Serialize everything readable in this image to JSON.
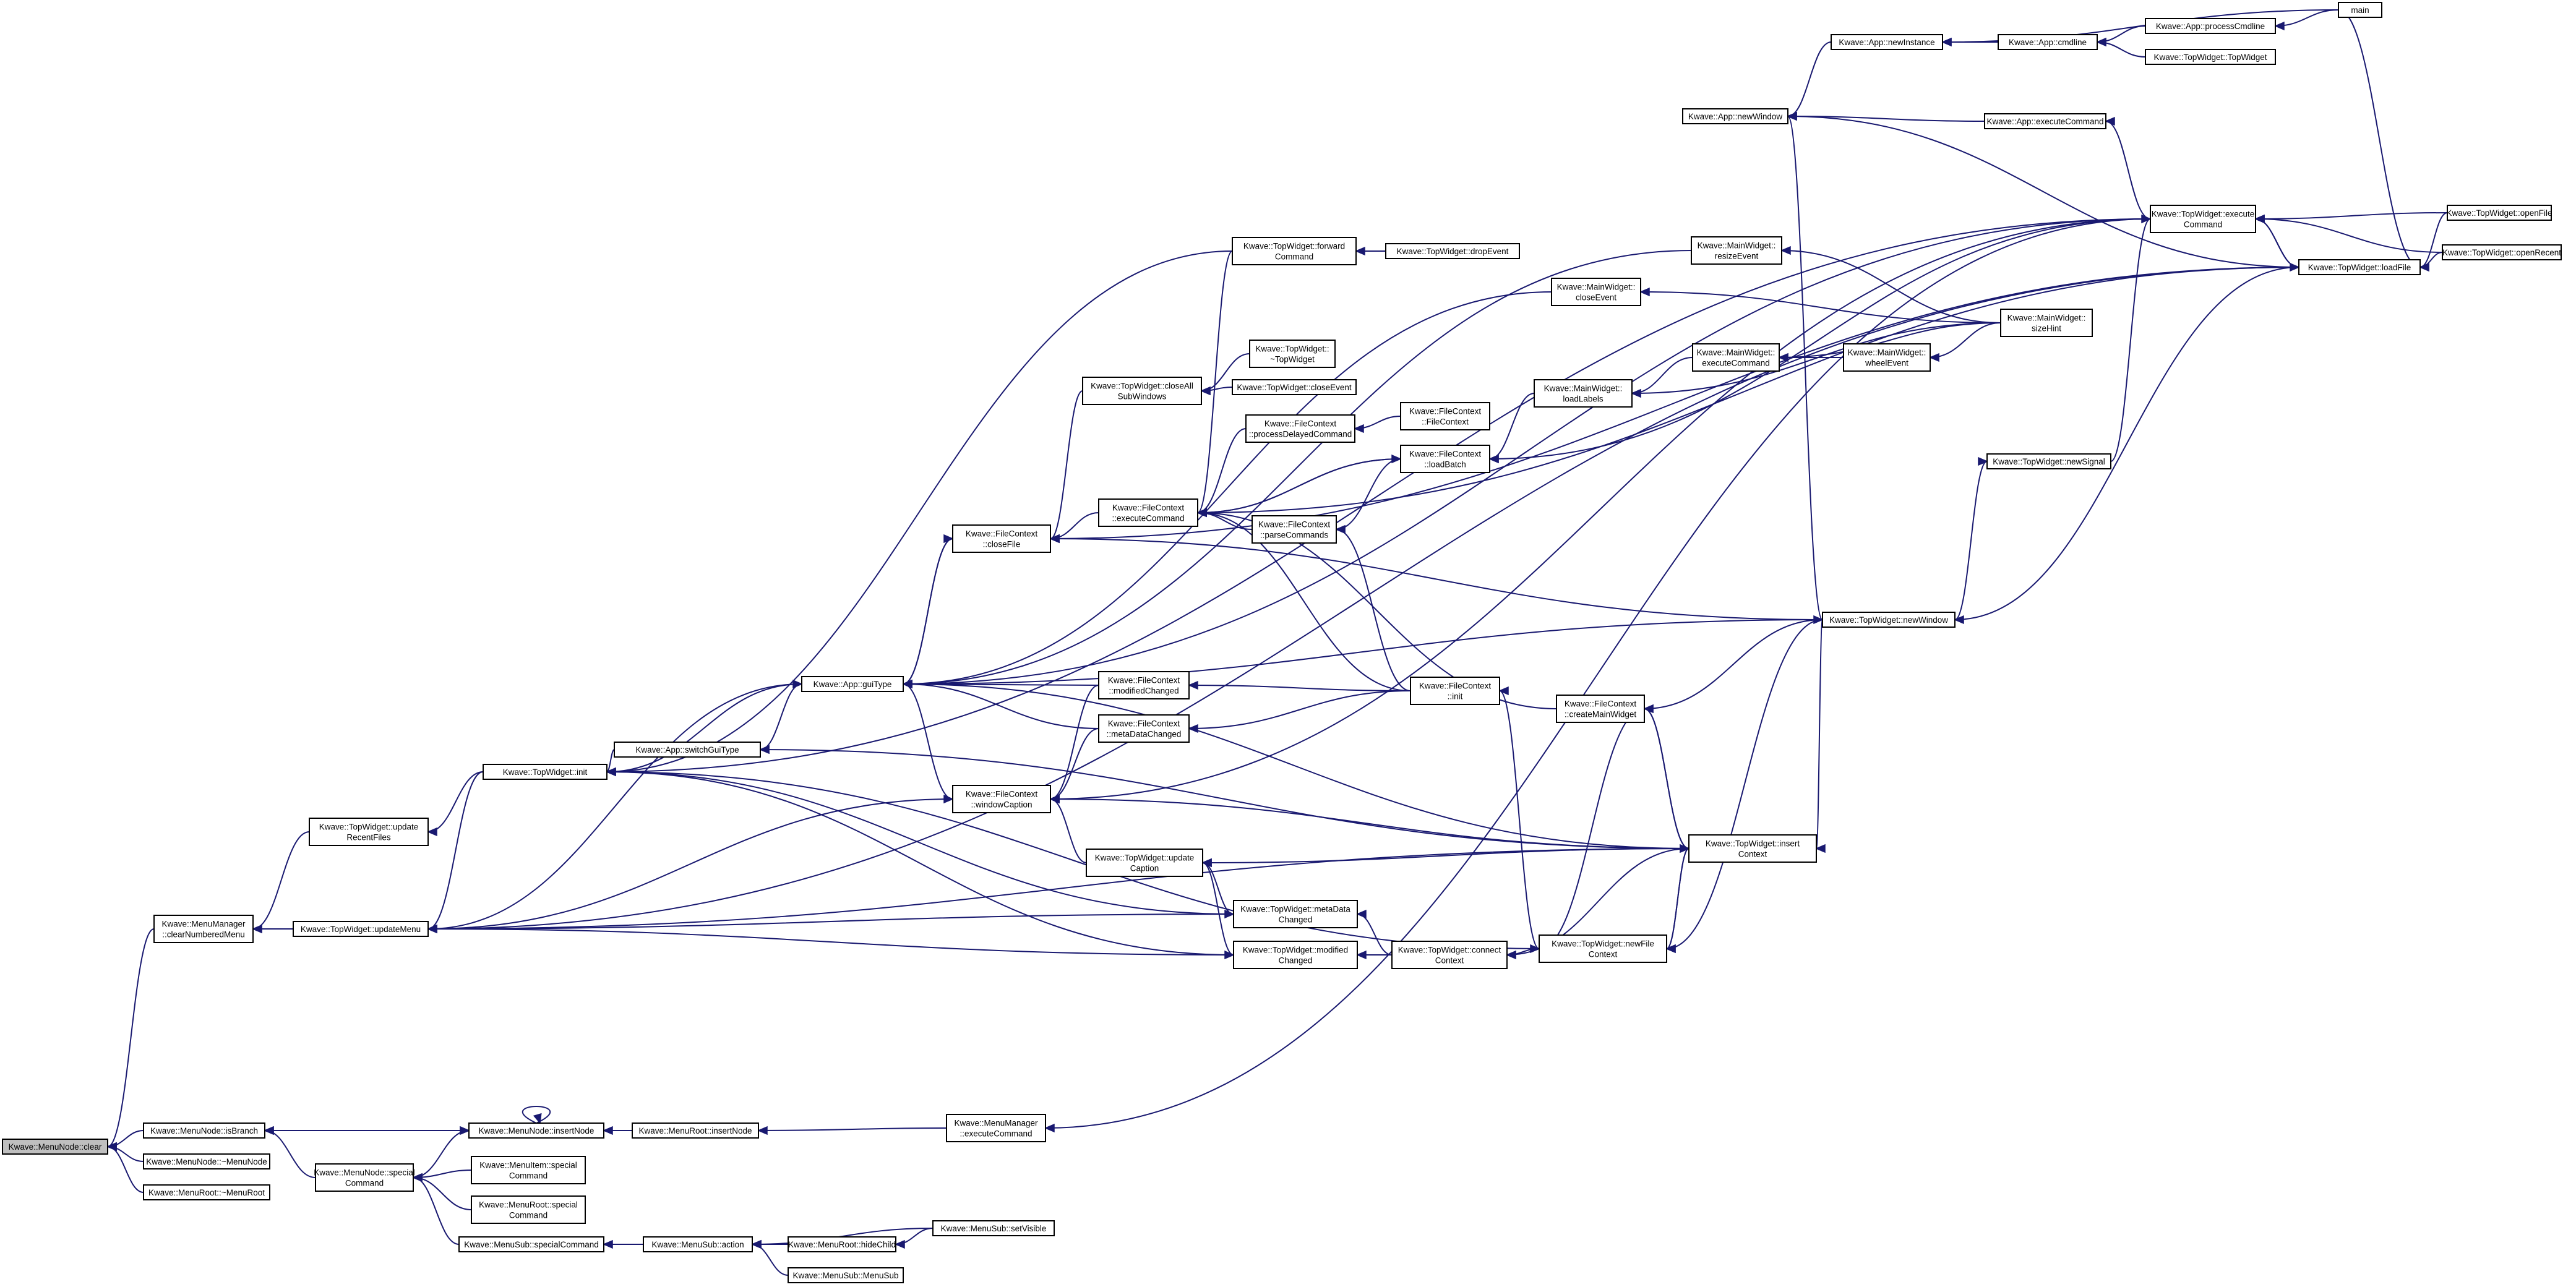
{
  "accent_color": "#191970",
  "highlight_fill": "#bfbfbf",
  "nodes": [
    {
      "id": "clear",
      "lines": [
        "Kwave::MenuNode::clear"
      ],
      "highlight": true
    },
    {
      "id": "isBranch",
      "lines": [
        "Kwave::MenuNode::isBranch"
      ]
    },
    {
      "id": "dtorMenuNode",
      "lines": [
        "Kwave::MenuNode::~MenuNode"
      ]
    },
    {
      "id": "dtorMenuRoot",
      "lines": [
        "Kwave::MenuRoot::~MenuRoot"
      ]
    },
    {
      "id": "clearNumbered",
      "lines": [
        "Kwave::MenuManager",
        "::clearNumberedMenu"
      ]
    },
    {
      "id": "updateMenu",
      "lines": [
        "Kwave::TopWidget::updateMenu"
      ]
    },
    {
      "id": "updateRecent",
      "lines": [
        "Kwave::TopWidget::update",
        "RecentFiles"
      ]
    },
    {
      "id": "twInit",
      "lines": [
        "Kwave::TopWidget::init"
      ]
    },
    {
      "id": "switchGui",
      "lines": [
        "Kwave::App::switchGuiType"
      ]
    },
    {
      "id": "guiType",
      "lines": [
        "Kwave::App::guiType"
      ]
    },
    {
      "id": "fcCloseFile",
      "lines": [
        "Kwave::FileContext",
        "::closeFile"
      ]
    },
    {
      "id": "fcWinCaption",
      "lines": [
        "Kwave::FileContext",
        "::windowCaption"
      ]
    },
    {
      "id": "fcExec",
      "lines": [
        "Kwave::FileContext",
        "::executeCommand"
      ]
    },
    {
      "id": "fcModified",
      "lines": [
        "Kwave::FileContext",
        "::modifiedChanged"
      ]
    },
    {
      "id": "fcMetaData",
      "lines": [
        "Kwave::FileContext",
        "::metaDataChanged"
      ]
    },
    {
      "id": "twCloseAll",
      "lines": [
        "Kwave::TopWidget::closeAll",
        "SubWindows"
      ]
    },
    {
      "id": "twForward",
      "lines": [
        "Kwave::TopWidget::forward",
        "Command"
      ]
    },
    {
      "id": "twDropEvent",
      "lines": [
        "Kwave::TopWidget::dropEvent"
      ]
    },
    {
      "id": "twDtor",
      "lines": [
        "Kwave::TopWidget::",
        "~TopWidget"
      ]
    },
    {
      "id": "twCloseEvent",
      "lines": [
        "Kwave::TopWidget::closeEvent"
      ]
    },
    {
      "id": "fcProcDelayed",
      "lines": [
        "Kwave::FileContext",
        "::processDelayedCommand"
      ]
    },
    {
      "id": "fcParse",
      "lines": [
        "Kwave::FileContext",
        "::parseCommands"
      ]
    },
    {
      "id": "fcCtor",
      "lines": [
        "Kwave::FileContext",
        "::FileContext"
      ]
    },
    {
      "id": "fcLoadBatch",
      "lines": [
        "Kwave::FileContext",
        "::loadBatch"
      ]
    },
    {
      "id": "fcInit",
      "lines": [
        "Kwave::FileContext",
        "::init"
      ]
    },
    {
      "id": "twUpdCaption",
      "lines": [
        "Kwave::TopWidget::update",
        "Caption"
      ]
    },
    {
      "id": "twMetaData",
      "lines": [
        "Kwave::TopWidget::metaData",
        "Changed"
      ]
    },
    {
      "id": "twModified",
      "lines": [
        "Kwave::TopWidget::modified",
        "Changed"
      ]
    },
    {
      "id": "twConnect",
      "lines": [
        "Kwave::TopWidget::connect",
        "Context"
      ]
    },
    {
      "id": "fcCreateMain",
      "lines": [
        "Kwave::FileContext",
        "::createMainWidget"
      ]
    },
    {
      "id": "twNewFile",
      "lines": [
        "Kwave::TopWidget::newFile",
        "Context"
      ]
    },
    {
      "id": "mwCloseEvent",
      "lines": [
        "Kwave::MainWidget::",
        "closeEvent"
      ]
    },
    {
      "id": "mwLoadLabels",
      "lines": [
        "Kwave::MainWidget::",
        "loadLabels"
      ]
    },
    {
      "id": "mwResize",
      "lines": [
        "Kwave::MainWidget::",
        "resizeEvent"
      ]
    },
    {
      "id": "mwExec",
      "lines": [
        "Kwave::MainWidget::",
        "executeCommand"
      ]
    },
    {
      "id": "mwWheel",
      "lines": [
        "Kwave::MainWidget::",
        "wheelEvent"
      ]
    },
    {
      "id": "mwSizeHint",
      "lines": [
        "Kwave::MainWidget::",
        "sizeHint"
      ]
    },
    {
      "id": "appNewWindow",
      "lines": [
        "Kwave::App::newWindow"
      ]
    },
    {
      "id": "appNewInstance",
      "lines": [
        "Kwave::App::newInstance"
      ]
    },
    {
      "id": "appCmdline",
      "lines": [
        "Kwave::App::cmdline"
      ]
    },
    {
      "id": "appProcCmdline",
      "lines": [
        "Kwave::App::processCmdline"
      ]
    },
    {
      "id": "main",
      "lines": [
        "main"
      ]
    },
    {
      "id": "twCtor",
      "lines": [
        "Kwave::TopWidget::TopWidget"
      ]
    },
    {
      "id": "appExec",
      "lines": [
        "Kwave::App::executeCommand"
      ]
    },
    {
      "id": "twExec",
      "lines": [
        "Kwave::TopWidget::execute",
        "Command"
      ]
    },
    {
      "id": "twLoadFile",
      "lines": [
        "Kwave::TopWidget::loadFile"
      ]
    },
    {
      "id": "twOpenFile",
      "lines": [
        "Kwave::TopWidget::openFile"
      ]
    },
    {
      "id": "twOpenRecent",
      "lines": [
        "Kwave::TopWidget::openRecent"
      ]
    },
    {
      "id": "twNewSignal",
      "lines": [
        "Kwave::TopWidget::newSignal"
      ]
    },
    {
      "id": "twNewWindow",
      "lines": [
        "Kwave::TopWidget::newWindow"
      ]
    },
    {
      "id": "twInsertCtx",
      "lines": [
        "Kwave::TopWidget::insert",
        "Context"
      ]
    },
    {
      "id": "mnInsertNode",
      "lines": [
        "Kwave::MenuNode::insertNode"
      ]
    },
    {
      "id": "mrInsertNode",
      "lines": [
        "Kwave::MenuRoot::insertNode"
      ]
    },
    {
      "id": "mmExec",
      "lines": [
        "Kwave::MenuManager",
        "::executeCommand"
      ]
    },
    {
      "id": "mnSpecial",
      "lines": [
        "Kwave::MenuNode::special",
        "Command"
      ]
    },
    {
      "id": "miSpecial",
      "lines": [
        "Kwave::MenuItem::special",
        "Command"
      ]
    },
    {
      "id": "mrSpecial",
      "lines": [
        "Kwave::MenuRoot::special",
        "Command"
      ]
    },
    {
      "id": "msSpecial",
      "lines": [
        "Kwave::MenuSub::specialCommand"
      ]
    },
    {
      "id": "msAction",
      "lines": [
        "Kwave::MenuSub::action"
      ]
    },
    {
      "id": "mrHideChild",
      "lines": [
        "Kwave::MenuRoot::hideChild"
      ]
    },
    {
      "id": "msSetVisible",
      "lines": [
        "Kwave::MenuSub::setVisible"
      ]
    },
    {
      "id": "msCtor",
      "lines": [
        "Kwave::MenuSub::MenuSub"
      ]
    }
  ],
  "edges": [
    [
      "isBranch",
      "clear"
    ],
    [
      "dtorMenuNode",
      "clear"
    ],
    [
      "dtorMenuRoot",
      "clear"
    ],
    [
      "clearNumbered",
      "clear"
    ],
    [
      "updateMenu",
      "clearNumbered"
    ],
    [
      "updateRecent",
      "clearNumbered"
    ],
    [
      "twInit",
      "updateRecent"
    ],
    [
      "twInit",
      "updateMenu"
    ],
    [
      "switchGui",
      "twInit"
    ],
    [
      "guiType",
      "twInit"
    ],
    [
      "twForward",
      "twInit"
    ],
    [
      "twExec",
      "twInit"
    ],
    [
      "guiType",
      "switchGui"
    ],
    [
      "twInsertCtx",
      "switchGui"
    ],
    [
      "fcCloseFile",
      "guiType"
    ],
    [
      "fcWinCaption",
      "guiType"
    ],
    [
      "fcModified",
      "guiType"
    ],
    [
      "fcMetaData",
      "guiType"
    ],
    [
      "mwCloseEvent",
      "guiType"
    ],
    [
      "twNewWindow",
      "guiType"
    ],
    [
      "twInsertCtx",
      "guiType"
    ],
    [
      "mwResize",
      "guiType"
    ],
    [
      "twExec",
      "guiType"
    ],
    [
      "updateMenu",
      "guiType"
    ],
    [
      "fcExec",
      "fcCloseFile"
    ],
    [
      "twNewWindow",
      "fcCloseFile"
    ],
    [
      "twLoadFile",
      "fcCloseFile"
    ],
    [
      "twCloseAll",
      "fcCloseFile"
    ],
    [
      "guiType",
      "fcCloseFile"
    ],
    [
      "twCloseEvent",
      "twCloseAll"
    ],
    [
      "twDtor",
      "twCloseAll"
    ],
    [
      "twDropEvent",
      "twForward"
    ],
    [
      "fcProcDelayed",
      "fcExec"
    ],
    [
      "fcParse",
      "fcExec"
    ],
    [
      "fcLoadBatch",
      "fcExec"
    ],
    [
      "fcInit",
      "fcExec"
    ],
    [
      "fcCreateMain",
      "fcExec"
    ],
    [
      "twLoadFile",
      "fcExec"
    ],
    [
      "twForward",
      "fcExec"
    ],
    [
      "fcCtor",
      "fcProcDelayed"
    ],
    [
      "fcLoadBatch",
      "fcParse"
    ],
    [
      "fcInit",
      "fcParse"
    ],
    [
      "fcExec",
      "fcLoadBatch"
    ],
    [
      "mwLoadLabels",
      "fcLoadBatch"
    ],
    [
      "twExec",
      "fcLoadBatch"
    ],
    [
      "fcInit",
      "fcModified"
    ],
    [
      "fcInit",
      "fcMetaData"
    ],
    [
      "twNewFile",
      "fcInit"
    ],
    [
      "fcModified",
      "fcWinCaption"
    ],
    [
      "fcMetaData",
      "fcWinCaption"
    ],
    [
      "twUpdCaption",
      "fcWinCaption"
    ],
    [
      "twInsertCtx",
      "fcWinCaption"
    ],
    [
      "twExec",
      "fcWinCaption"
    ],
    [
      "updateMenu",
      "fcWinCaption"
    ],
    [
      "twMetaData",
      "twUpdCaption"
    ],
    [
      "twModified",
      "twUpdCaption"
    ],
    [
      "twInsertCtx",
      "twUpdCaption"
    ],
    [
      "twConnect",
      "twModified"
    ],
    [
      "twConnect",
      "twMetaData"
    ],
    [
      "twNewFile",
      "twConnect"
    ],
    [
      "twInsertCtx",
      "twConnect"
    ],
    [
      "twModified",
      "updateMenu"
    ],
    [
      "twMetaData",
      "updateMenu"
    ],
    [
      "twInsertCtx",
      "updateMenu"
    ],
    [
      "twLoadFile",
      "updateMenu"
    ],
    [
      "twInit",
      "twModified"
    ],
    [
      "twInit",
      "twMetaData"
    ],
    [
      "twInit",
      "twNewFile"
    ],
    [
      "fcCreateMain",
      "twNewFile"
    ],
    [
      "twInsertCtx",
      "twNewFile"
    ],
    [
      "twNewWindow",
      "twNewFile"
    ],
    [
      "twInsertCtx",
      "fcCreateMain"
    ],
    [
      "twNewWindow",
      "fcCreateMain"
    ],
    [
      "mwExec",
      "mwLoadLabels"
    ],
    [
      "mwSizeHint",
      "mwLoadLabels"
    ],
    [
      "mwWheel",
      "mwExec"
    ],
    [
      "mwSizeHint",
      "mwExec"
    ],
    [
      "mwSizeHint",
      "mwWheel"
    ],
    [
      "mwSizeHint",
      "mwResize"
    ],
    [
      "mwSizeHint",
      "mwCloseEvent"
    ],
    [
      "appNewInstance",
      "appNewWindow"
    ],
    [
      "appExec",
      "appNewWindow"
    ],
    [
      "twLoadFile",
      "appNewWindow"
    ],
    [
      "appCmdline",
      "appNewInstance"
    ],
    [
      "main",
      "appNewInstance"
    ],
    [
      "appProcCmdline",
      "appCmdline"
    ],
    [
      "twCtor",
      "appCmdline"
    ],
    [
      "main",
      "appProcCmdline"
    ],
    [
      "twExec",
      "appExec"
    ],
    [
      "twLoadFile",
      "twExec"
    ],
    [
      "twOpenFile",
      "twExec"
    ],
    [
      "twOpenRecent",
      "twExec"
    ],
    [
      "twNewSignal",
      "twExec"
    ],
    [
      "twExec",
      "twLoadFile"
    ],
    [
      "twOpenFile",
      "twLoadFile"
    ],
    [
      "twOpenRecent",
      "twLoadFile"
    ],
    [
      "main",
      "twLoadFile"
    ],
    [
      "twNewWindow",
      "twNewSignal"
    ],
    [
      "appNewWindow",
      "twNewWindow"
    ],
    [
      "twLoadFile",
      "twNewWindow"
    ],
    [
      "twNewWindow",
      "twInsertCtx"
    ],
    [
      "twNewFile",
      "twInsertCtx"
    ],
    [
      "fcCreateMain",
      "twInsertCtx"
    ],
    [
      "mnInsertNode",
      "isBranch"
    ],
    [
      "mnSpecial",
      "isBranch"
    ],
    [
      "mnInsertNode",
      "mnInsertNode"
    ],
    [
      "isBranch",
      "mnInsertNode"
    ],
    [
      "mrInsertNode",
      "mnInsertNode"
    ],
    [
      "mmExec",
      "mrInsertNode"
    ],
    [
      "twExec",
      "mmExec"
    ],
    [
      "mnSpecial",
      "mnInsertNode"
    ],
    [
      "miSpecial",
      "mnSpecial"
    ],
    [
      "mrSpecial",
      "mnSpecial"
    ],
    [
      "msSpecial",
      "mnSpecial"
    ],
    [
      "msAction",
      "msSpecial"
    ],
    [
      "mrHideChild",
      "msAction"
    ],
    [
      "msCtor",
      "msAction"
    ],
    [
      "msSetVisible",
      "mrHideChild"
    ],
    [
      "msSetVisible",
      "msAction"
    ]
  ]
}
